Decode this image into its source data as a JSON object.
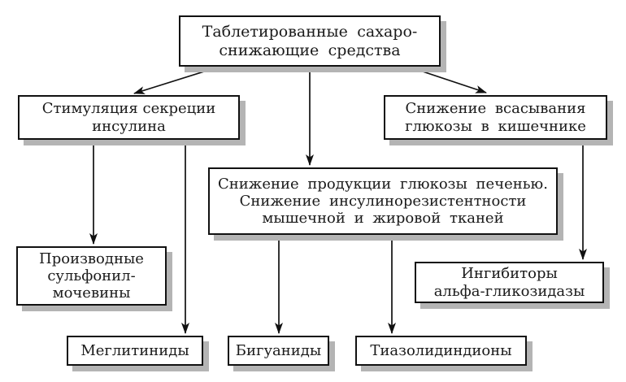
{
  "diagram": {
    "type": "flowchart",
    "nodes": {
      "root": {
        "label": "Таблетированные сахаро-\nснижающие средства"
      },
      "insulin_secretion": {
        "label": "Стимуляция секреции\nинсулина"
      },
      "glucose_absorption": {
        "label": "Снижение всасывания\nглюкозы в кишечнике"
      },
      "liver_production": {
        "label": "Снижение продукции глюкозы печенью.\nСнижение инсулинорезистентности\nмышечной и жировой тканей"
      },
      "sulfonylurea": {
        "label": "Производные\nсульфонил-\nмочевины"
      },
      "alpha_inhibitors": {
        "label": "Ингибиторы\nальфа-гликозидазы"
      },
      "meglitinides": {
        "label": "Меглитиниды"
      },
      "biguanides": {
        "label": "Бигуаниды"
      },
      "thiazolidinediones": {
        "label": "Тиазолидиндионы"
      }
    },
    "edges": [
      {
        "from": "root",
        "to": "insulin_secretion"
      },
      {
        "from": "root",
        "to": "liver_production"
      },
      {
        "from": "root",
        "to": "glucose_absorption"
      },
      {
        "from": "insulin_secretion",
        "to": "sulfonylurea"
      },
      {
        "from": "insulin_secretion",
        "to": "meglitinides"
      },
      {
        "from": "liver_production",
        "to": "biguanides"
      },
      {
        "from": "liver_production",
        "to": "thiazolidinediones"
      },
      {
        "from": "glucose_absorption",
        "to": "alpha_inhibitors"
      }
    ],
    "colors": {
      "background": "#ffffff",
      "box_bg": "#ffffff",
      "box_border": "#111111",
      "shadow": "#b4b4b4",
      "text": "#1a1a1a",
      "arrow": "#111111"
    }
  }
}
